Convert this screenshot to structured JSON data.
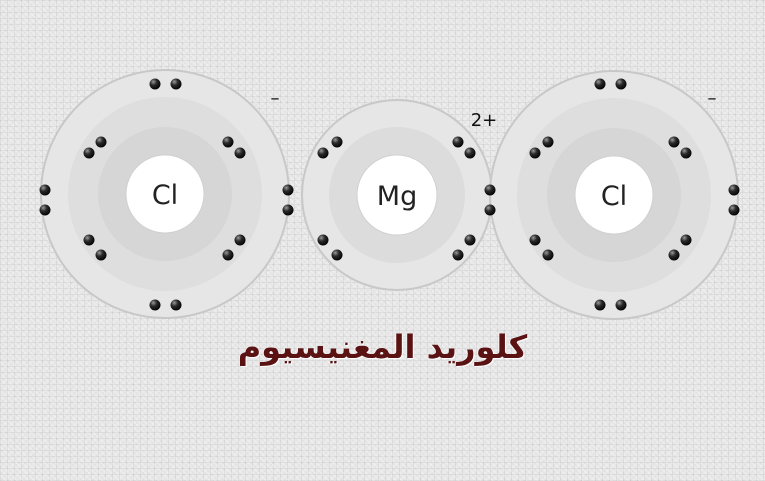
{
  "diagram": {
    "ions": [
      {
        "symbol": "Cl",
        "charge": "–",
        "shells": 3,
        "outer_electrons": 8
      },
      {
        "symbol": "Mg",
        "charge": "2+",
        "shells": 2,
        "outer_electrons": 8
      },
      {
        "symbol": "Cl",
        "charge": "–",
        "shells": 3,
        "outer_electrons": 8
      }
    ],
    "caption": "كلوريد المغنيسيوم",
    "colors": {
      "shell_outer": "#e6e6e6",
      "shell_mid": "#dddddd",
      "shell_inner": "#d3d3d3",
      "nucleus": "#ffffff",
      "electron": "#1a1a1a",
      "caption": "#5a1212"
    }
  }
}
